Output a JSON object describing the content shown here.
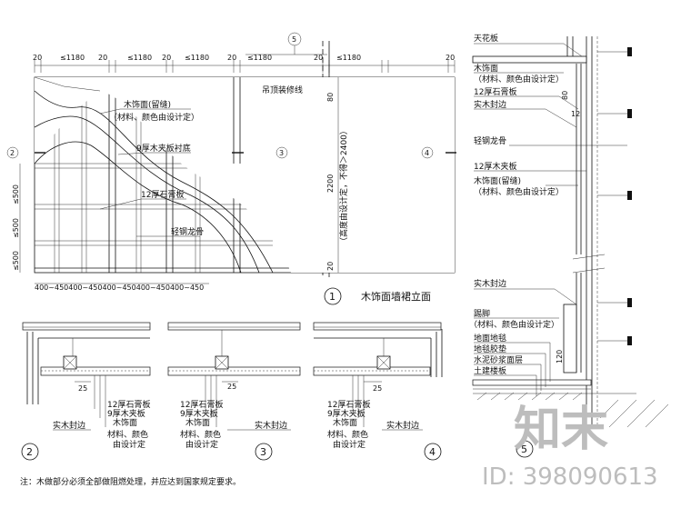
{
  "elevation": {
    "top_dims": [
      "20",
      "≤1180",
      "20",
      "≤1180",
      "20",
      "≤1180",
      "20",
      "≤1180",
      "20",
      "≤1180",
      "20"
    ],
    "ceiling_label": "吊顶装修线",
    "labels": [
      "木饰面(留缝)",
      "（材料、颜色由设计定）",
      "9厚木夹板衬底",
      "12厚石膏板",
      "轻钢龙骨"
    ],
    "left_dims": [
      "≤500",
      "≤500",
      "≤500"
    ],
    "right_dims": [
      "80",
      "2200",
      "20"
    ],
    "height_note": "（高度由设计定，不得＞2400）",
    "bottom_dims": "400~450400~450400~450400~450400~450",
    "section_marks": [
      "2",
      "3",
      "4"
    ],
    "top_mark": "5",
    "title_num": "1",
    "title": "木饰面墙裙立面"
  },
  "details": [
    {
      "num": "2",
      "labels": [
        "12厚石膏板",
        "9厚木夹板",
        "木饰面",
        "材料、颜色",
        "由设计定"
      ],
      "wood": "实木封边",
      "dim": "25"
    },
    {
      "num": "3",
      "labels": [
        "12厚石膏板",
        "9厚木夹板",
        "木饰面",
        "材料、颜色",
        "由设计定"
      ],
      "wood": "实木封边",
      "dim": "25"
    },
    {
      "num": "4",
      "labels": [
        "12厚石膏板",
        "9厚木夹板",
        "木饰面",
        "材料、颜色",
        "由设计定"
      ],
      "wood": "实木封边",
      "dim": "25"
    }
  ],
  "section5": {
    "labels_top": [
      "天花板",
      "木饰面",
      "（材料、颜色由设计定）",
      "12厚石膏板",
      "实木封边",
      "轻钢龙骨",
      "12厚木夹板",
      "木饰面(留缝)",
      "（材料、颜色由设计定）"
    ],
    "labels_bottom": [
      "实木封边",
      "踢脚",
      "（材料、颜色由设计定）",
      "地面地毯",
      "地毯胶垫",
      "水泥砂浆面层",
      "土建楼板"
    ],
    "dims": [
      "80",
      "12",
      "120"
    ],
    "num": "5"
  },
  "note": "注：木做部分必须全部做阻燃处理，并应达到国家规定要求。",
  "watermark": {
    "logo": "知末",
    "id": "ID: 398090613"
  }
}
